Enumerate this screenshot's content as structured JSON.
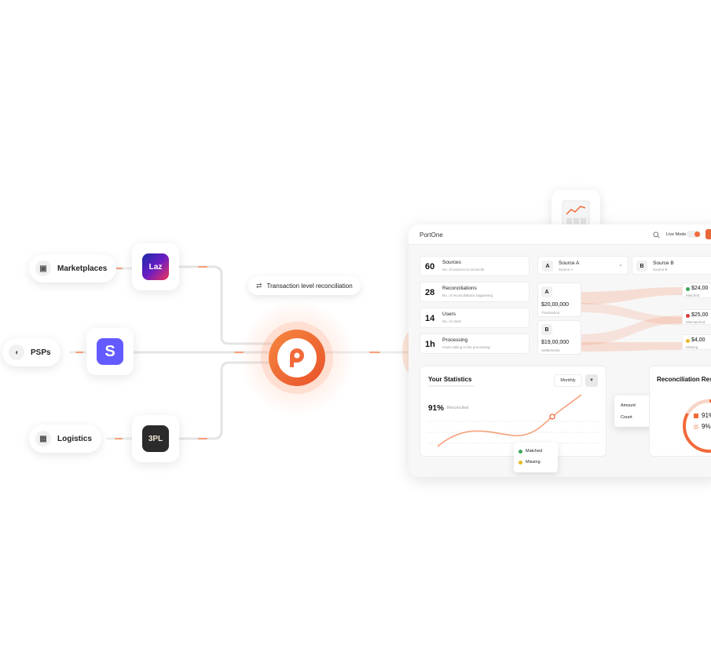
{
  "sources": [
    {
      "label": "Marketplaces",
      "icon": "store-icon"
    },
    {
      "label": "PSPs",
      "icon": "gauge-icon"
    },
    {
      "label": "Logistics",
      "icon": "truck-icon"
    }
  ],
  "logos": {
    "marketplace": "Laz",
    "psp": "S",
    "logistics": "3PL"
  },
  "reconciliation_tag": "Transaction level reconciliation",
  "dashboard": {
    "brand": "PortOne",
    "live_mode": "Live Mode",
    "stats": [
      {
        "value": "60",
        "label": "Sources",
        "sub": "No. of sources to reconcile"
      },
      {
        "value": "28",
        "label": "Reconciliations",
        "sub": "No. of reconciliations happening"
      },
      {
        "value": "14",
        "label": "Users",
        "sub": "No. of users"
      },
      {
        "value": "1h",
        "label": "Processing",
        "sub": "Hours taking in the processing"
      }
    ],
    "source_a": {
      "letter": "A",
      "name": "Source A",
      "sub": "Source A"
    },
    "source_b": {
      "letter": "B",
      "name": "Source B",
      "sub": "Source B"
    },
    "box_a": {
      "letter": "A",
      "amount": "$20,00,000",
      "caption": "Transaction"
    },
    "box_b": {
      "letter": "B",
      "amount": "$19,00,000",
      "caption": "Settlements"
    },
    "results": [
      {
        "amount": "$24,00",
        "caption": "Matched",
        "color": "#3aa655"
      },
      {
        "amount": "$25,00",
        "caption": "Mismatched",
        "color": "#d93a3a"
      },
      {
        "amount": "$4,00",
        "caption": "Missing",
        "color": "#e8b923"
      }
    ],
    "your_statistics": {
      "title": "Your Statistics",
      "period": "Monthly",
      "percent": "91%",
      "percent_label": "Reconciled"
    },
    "legend": {
      "matched": "Matched",
      "missing": "Missing",
      "matched_color": "#3aa655",
      "missing_color": "#e8b923"
    },
    "metric_menu": {
      "amount": "Amount",
      "count": "Count"
    },
    "recon_results": {
      "title": "Reconciliation Results",
      "rows": [
        {
          "value": "91%",
          "color": "#f26a3a"
        },
        {
          "value": "9%",
          "color": "#f7d6c8"
        }
      ]
    }
  },
  "colors": {
    "accent": "#f26a3a",
    "accent_dark": "#e8512a"
  }
}
